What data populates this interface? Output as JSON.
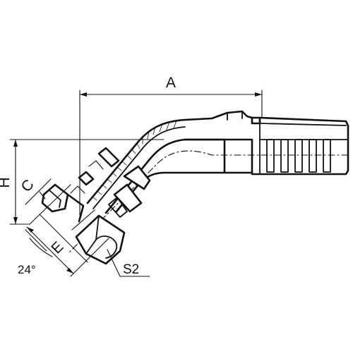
{
  "drawing": {
    "dimensions": {
      "a": "A",
      "h": "H",
      "c": "C",
      "e": "E",
      "s2": "S2",
      "angle": "24°"
    }
  }
}
